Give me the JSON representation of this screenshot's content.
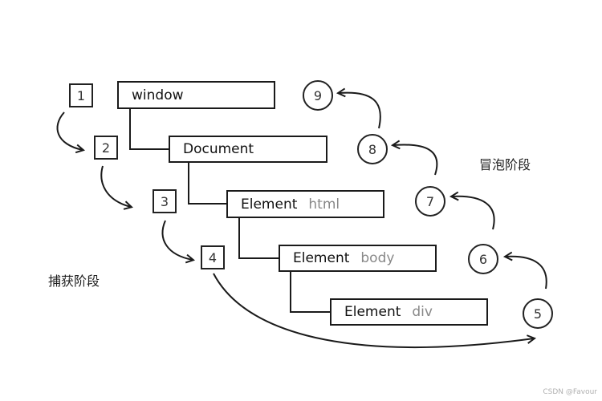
{
  "nodes": {
    "window": {
      "label": "window"
    },
    "document": {
      "label": "Document"
    },
    "html": {
      "label": "Element",
      "tag": "html"
    },
    "body": {
      "label": "Element",
      "tag": "body"
    },
    "div": {
      "label": "Element",
      "tag": "div"
    }
  },
  "capture_steps": [
    "1",
    "2",
    "3",
    "4"
  ],
  "bubble_steps": [
    "5",
    "6",
    "7",
    "8",
    "9"
  ],
  "labels": {
    "capture_phase": "捕获阶段",
    "bubble_phase": "冒泡阶段"
  },
  "watermark": "CSDN @Favour",
  "colors": {
    "stroke": "#1a1a1a",
    "tag_text": "#888888"
  }
}
